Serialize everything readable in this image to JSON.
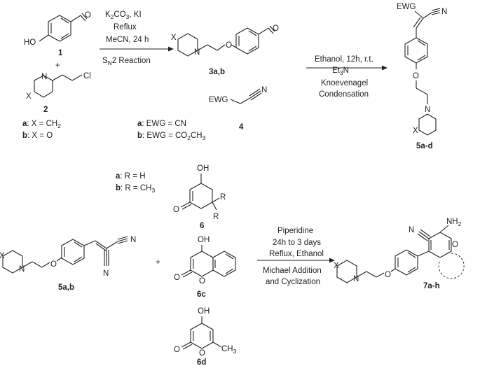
{
  "scheme1": {
    "compound_1": "1",
    "atom_HO": "HO",
    "plus": "+",
    "compound_2": "2",
    "atom_X": "X",
    "atom_N": "N",
    "atom_Cl": "Cl",
    "atom_O": "O",
    "legend_a_bold": "a",
    "legend_a_rest": ": X = CH",
    "legend_a_sub": "2",
    "legend_b_bold": "b",
    "legend_b_rest": ": X = O",
    "cond1_line1": "K",
    "cond1_line1_sub": "2",
    "cond1_line1_rest": "CO",
    "cond1_line1_sub2": "3",
    "cond1_line1_tail": ", KI",
    "cond1_line2": "Reflux",
    "cond1_line3": "MeCN, 24 h",
    "cond1_line4": "S",
    "cond1_line4_sub": "N",
    "cond1_line4_rest": "2 Reaction",
    "compound_3": "3a,b",
    "compound_4": "4",
    "ewg": "EWG",
    "ewg_legend_a_bold": "a",
    "ewg_legend_a_rest": ": EWG = CN",
    "ewg_legend_b_bold": "b",
    "ewg_legend_b_rest": ": EWG = CO",
    "ewg_legend_b_sub": "2",
    "ewg_legend_b_tail": "CH",
    "ewg_legend_b_sub2": "3",
    "cond2_line1": "Ethanol, 12h, r.t.",
    "cond2_line2": "Et",
    "cond2_line2_sub": "3",
    "cond2_line2_rest": "N",
    "cond2_line3": "Knoevenagel",
    "cond2_line4": "Condensation",
    "compound_5": "5a-d"
  },
  "scheme2": {
    "atom_OH": "OH",
    "r_legend_a_bold": "a",
    "r_legend_a_rest": ": R = H",
    "r_legend_b_bold": "b",
    "r_legend_b_rest": ": R = CH",
    "r_legend_b_sub": "3",
    "atom_R": "R",
    "compound_6": "6",
    "compound_5ab": "5a,b",
    "compound_6c": "6c",
    "compound_6d": "6d",
    "atom_CH3": "CH",
    "atom_CH3_sub": "3",
    "atom_NH2": "NH",
    "atom_NH2_sub": "2",
    "cond3_line1": "Piperidine",
    "cond3_line2": "24h to 3 days",
    "cond3_line3": "Reflux, Ethanol",
    "cond3_line4": "Michael Addition",
    "cond3_line5": "and Cyclization",
    "compound_7": "7a-h"
  }
}
